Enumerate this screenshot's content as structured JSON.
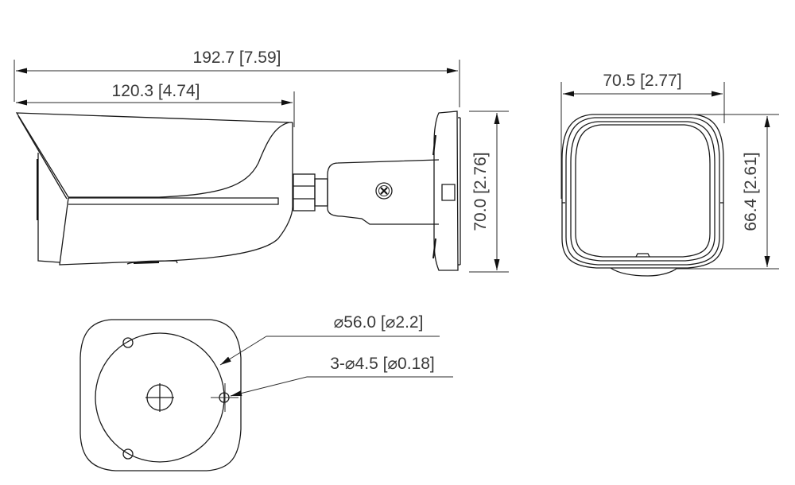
{
  "drawing": {
    "type": "dimension-drawing",
    "subject": "bullet camera",
    "units_note": "mm [inch]",
    "line_color": "#1a1a1a",
    "text_color": "#3a3a3a",
    "background": "#ffffff"
  },
  "side_view": {
    "overall_length": {
      "label": "192.7 [7.59]",
      "mm": 192.7,
      "in": 7.59
    },
    "body_length": {
      "label": "120.3 [4.74]",
      "mm": 120.3,
      "in": 4.74
    },
    "mount_height": {
      "label": "70.0 [2.76]",
      "mm": 70.0,
      "in": 2.76
    }
  },
  "front_view": {
    "width": {
      "label": "70.5 [2.77]",
      "mm": 70.5,
      "in": 2.77
    },
    "height": {
      "label": "66.4 [2.61]",
      "mm": 66.4,
      "in": 2.61
    }
  },
  "base_view": {
    "bolt_circle": {
      "label": "⌀56.0 [⌀2.2]",
      "mm": 56.0,
      "in": 2.2
    },
    "mount_holes": {
      "label": "3-⌀4.5 [⌀0.18]",
      "count": 3,
      "mm": 4.5,
      "in": 0.18
    }
  }
}
